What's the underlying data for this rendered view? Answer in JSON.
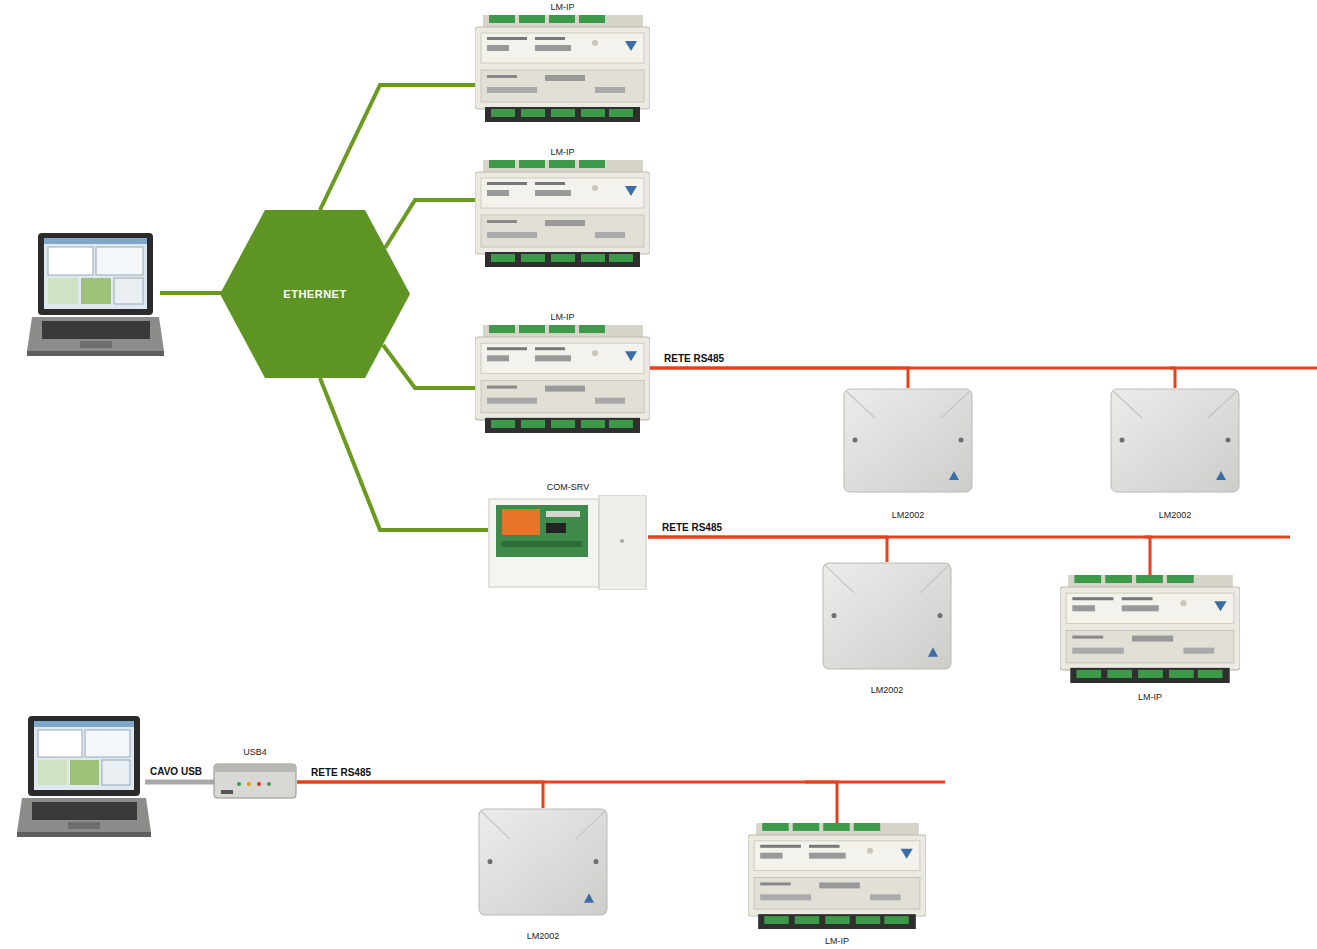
{
  "diagram": {
    "nodes": [
      {
        "text": [
          "ETHERNET"
        ]
      },
      {
        "text": [
          "LM-IP"
        ]
      },
      {
        "text": [
          "LM-IP"
        ]
      },
      {
        "text": [
          "LM-IP"
        ]
      },
      {
        "text": [
          "LM2002"
        ]
      },
      {
        "text": [
          "LM2002"
        ]
      },
      {
        "text": [
          "COM-SRV"
        ]
      },
      {
        "text": [
          "LM2002"
        ]
      },
      {
        "text": [
          "LM-IP"
        ]
      },
      {
        "text": [
          "USB4"
        ]
      },
      {
        "text": [
          "LM2002"
        ]
      },
      {
        "text": [
          "LM-IP"
        ]
      }
    ],
    "edges": [
      {
        "from": 0,
        "to": 1,
        "arrow": "none"
      },
      {
        "from": 0,
        "to": 2,
        "arrow": "none"
      },
      {
        "from": 0,
        "to": 3,
        "arrow": "none"
      },
      {
        "from": 0,
        "to": 6,
        "arrow": "none"
      },
      {
        "from": 3,
        "to": 4,
        "label": "RETE RS485",
        "arrow": "none"
      },
      {
        "from": 3,
        "to": 5,
        "arrow": "none"
      },
      {
        "from": 6,
        "to": 7,
        "label": "RETE RS485",
        "arrow": "none"
      },
      {
        "from": 6,
        "to": 8,
        "arrow": "none"
      },
      {
        "from": 9,
        "to": 10,
        "label": "RETE RS485",
        "arrow": "none"
      },
      {
        "from": 9,
        "to": 11,
        "arrow": "none"
      }
    ],
    "labels": [
      "CAVO USB"
    ]
  }
}
